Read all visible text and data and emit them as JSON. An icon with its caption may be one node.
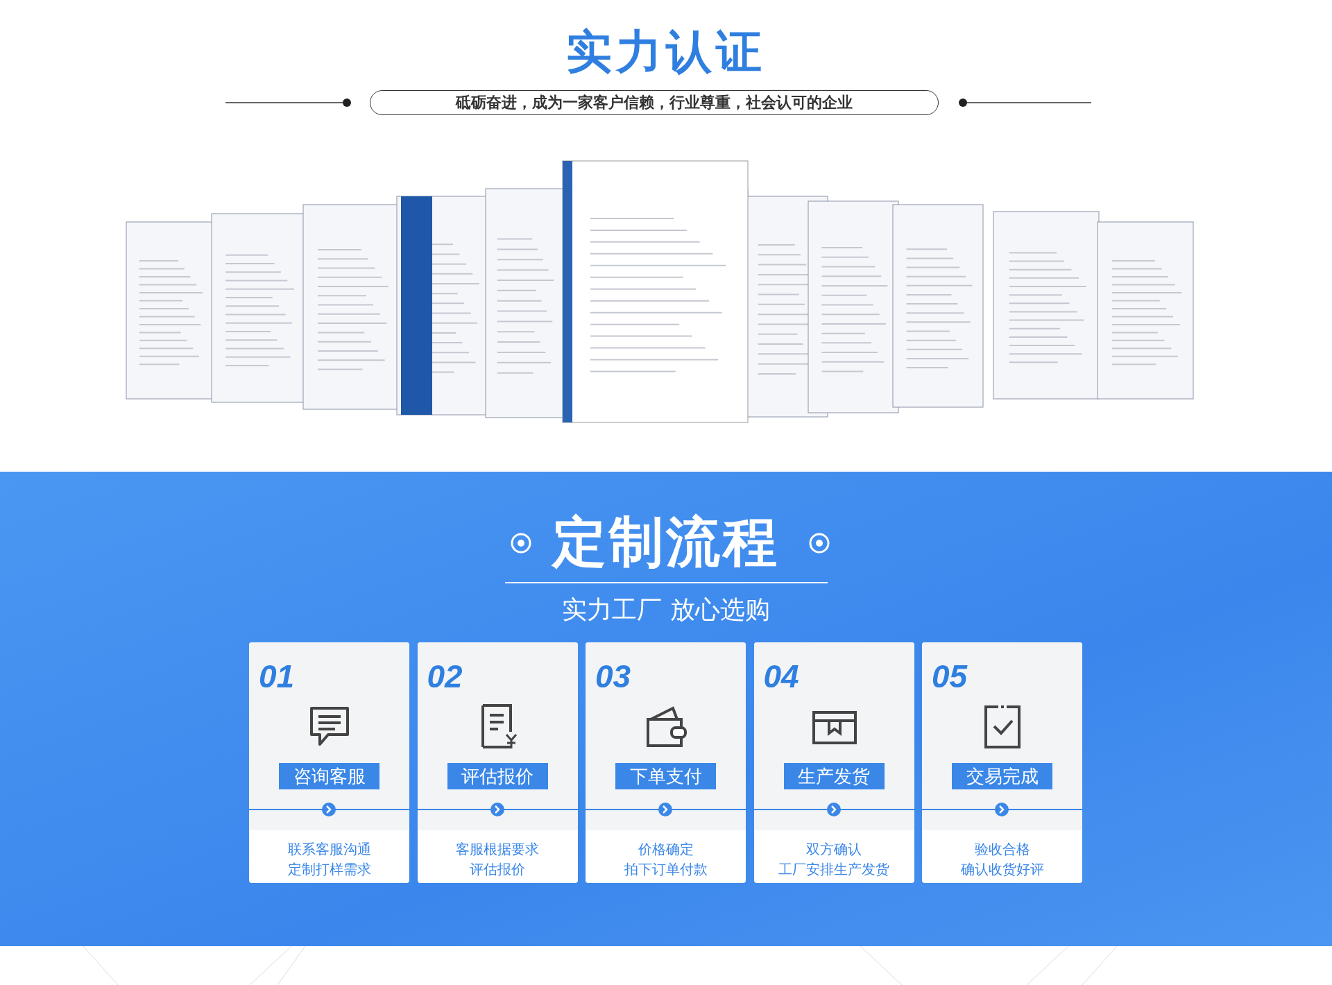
{
  "diagram": {
    "title": "实力认证",
    "nodes": [
      {
        "text": [
          "01",
          "咨询客服",
          "联系客服沟通",
          "定制打样需求"
        ]
      },
      {
        "text": [
          "02",
          "评估报价",
          "客服根据要求",
          "评估报价"
        ]
      },
      {
        "text": [
          "03",
          "下单支付",
          "价格确定",
          "拍下订单付款"
        ]
      },
      {
        "text": [
          "04",
          "生产发货",
          "双方确认",
          "工厂安排生产发货"
        ]
      },
      {
        "text": [
          "05",
          "交易完成",
          "验收合格",
          "确认收货好评"
        ]
      }
    ],
    "labels": [
      "砥砺奋进，成为一家客户信赖，行业尊重，社会认可的企业",
      "定制流程",
      "实力工厂 放心选购"
    ]
  }
}
